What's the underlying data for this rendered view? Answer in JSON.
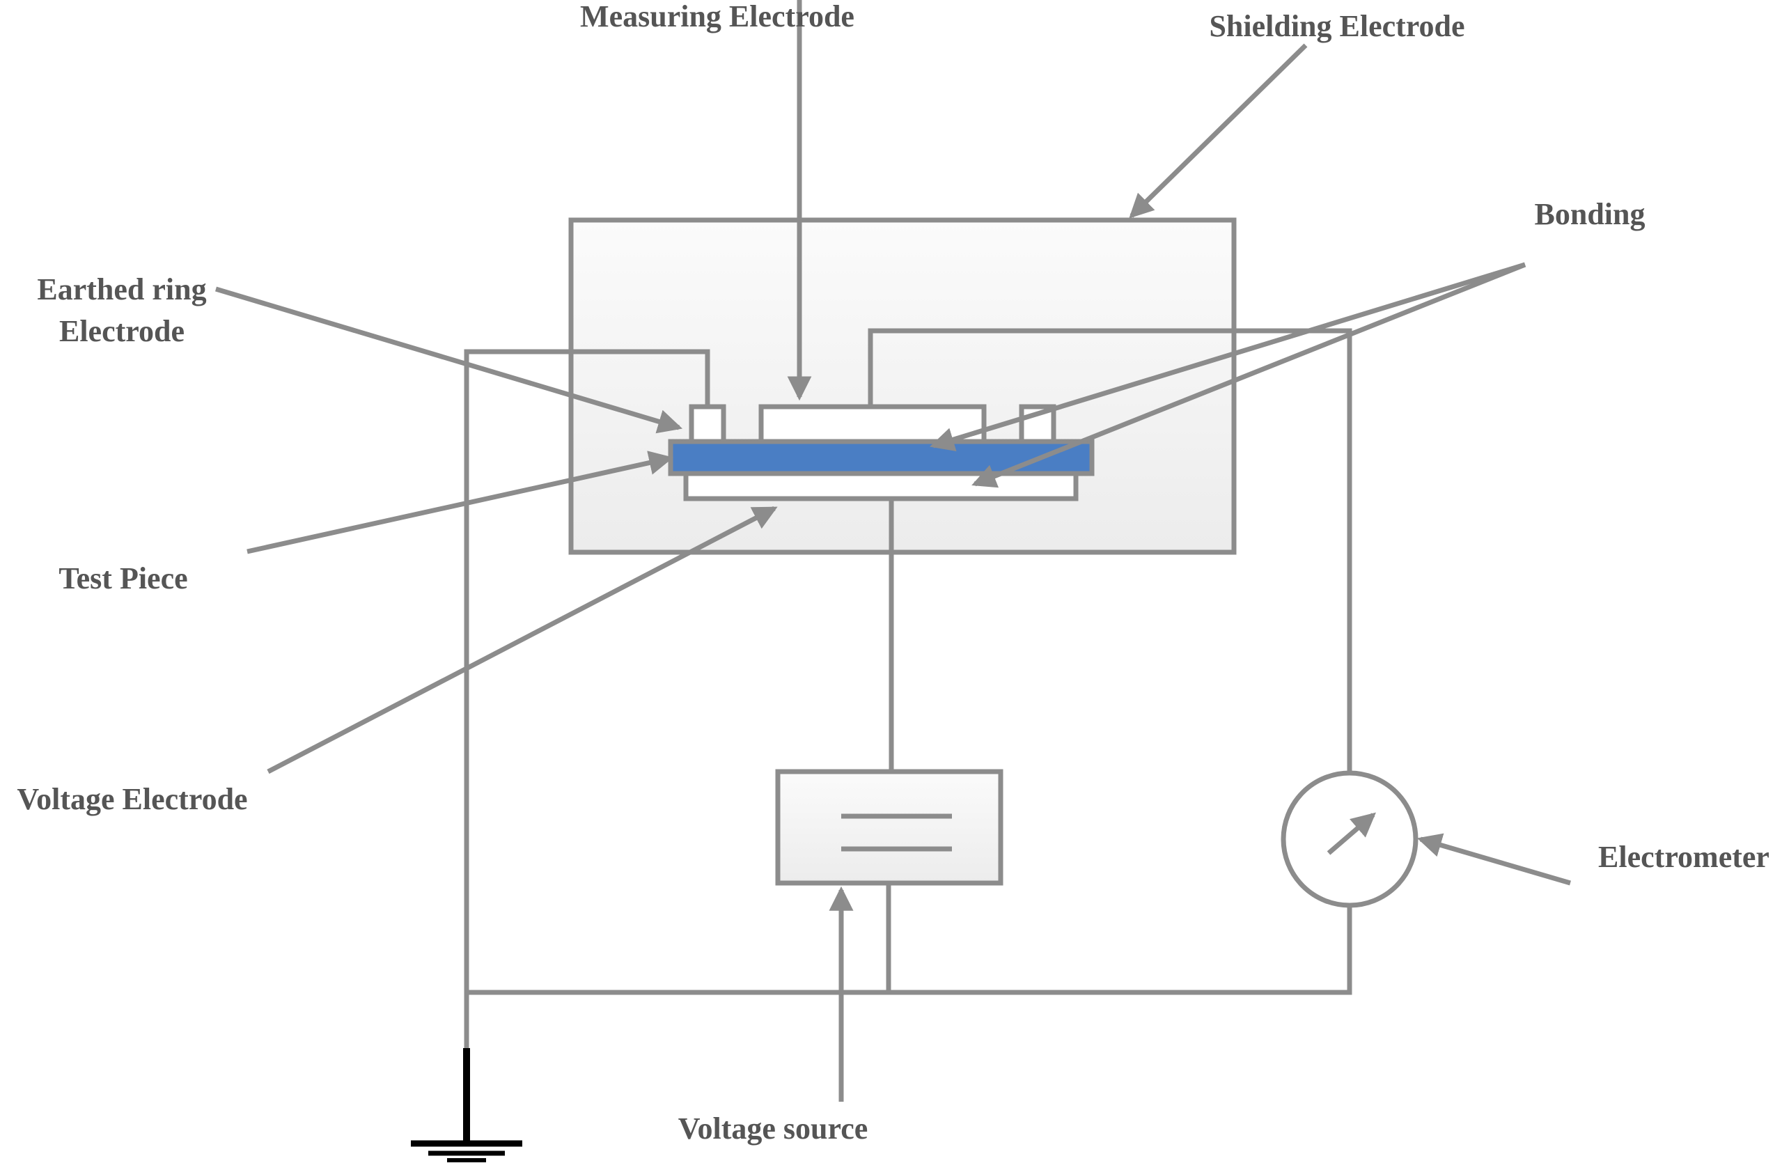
{
  "labels": {
    "measuring_electrode": "Measuring Electrode",
    "shielding_electrode": "Shielding Electrode",
    "bonding": "Bonding",
    "earthed_ring_line1": "Earthed ring",
    "earthed_ring_line2": "Electrode",
    "test_piece": "Test Piece",
    "voltage_electrode": "Voltage Electrode",
    "electrometer": "Electrometer",
    "voltage_source": "Voltage source"
  },
  "colors": {
    "line": "#8c8c8c",
    "label": "#555555",
    "test_piece": "#4a7ec4",
    "ground": "#000000"
  }
}
